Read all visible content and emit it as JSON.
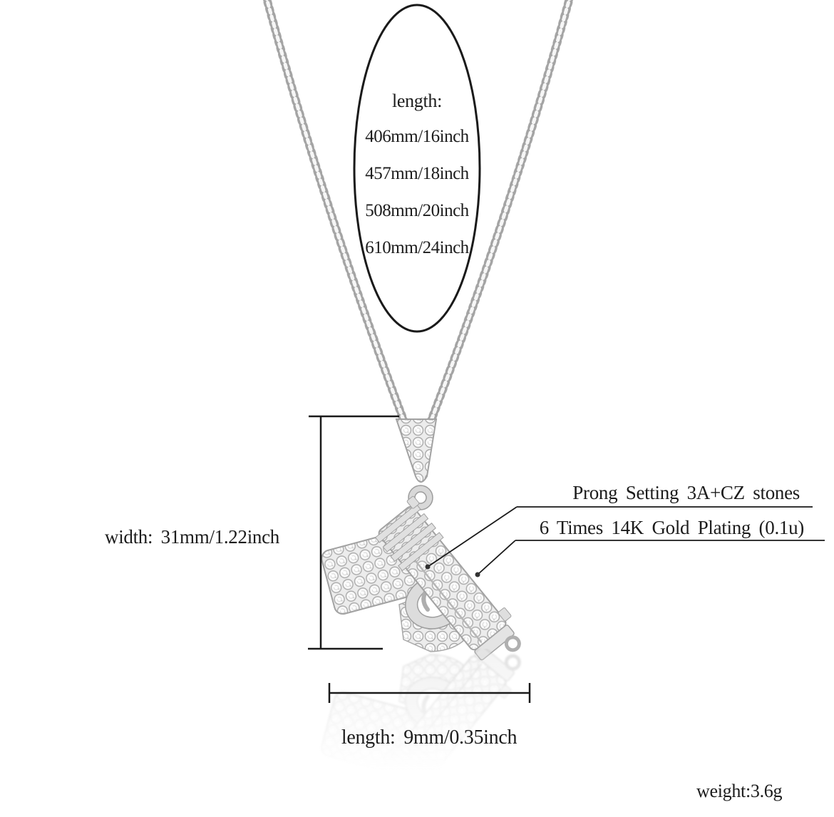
{
  "photo": {
    "description_background": "#ffffff"
  },
  "size_chart": {
    "title": "length:",
    "options": [
      "406mm/16inch",
      "457mm/18inch",
      "508mm/20inch",
      "610mm/24inch"
    ]
  },
  "annotations": {
    "prong_setting": "Prong Setting 3A+CZ stones",
    "gold_plating": "6 Times 14K Gold Plating (0.1u)"
  },
  "measurements": {
    "pendant_width": "width: 31mm/1.22inch",
    "pendant_length": "length: 9mm/0.35inch",
    "weight": "weight:3.6g"
  },
  "colors": {
    "background": "#ffffff",
    "text": "#1c1c1c",
    "line": "#1a1a1a",
    "metal_light": "#f5f5f5",
    "metal_mid": "#d9d9d9",
    "metal_edge": "#a2a2a2"
  }
}
